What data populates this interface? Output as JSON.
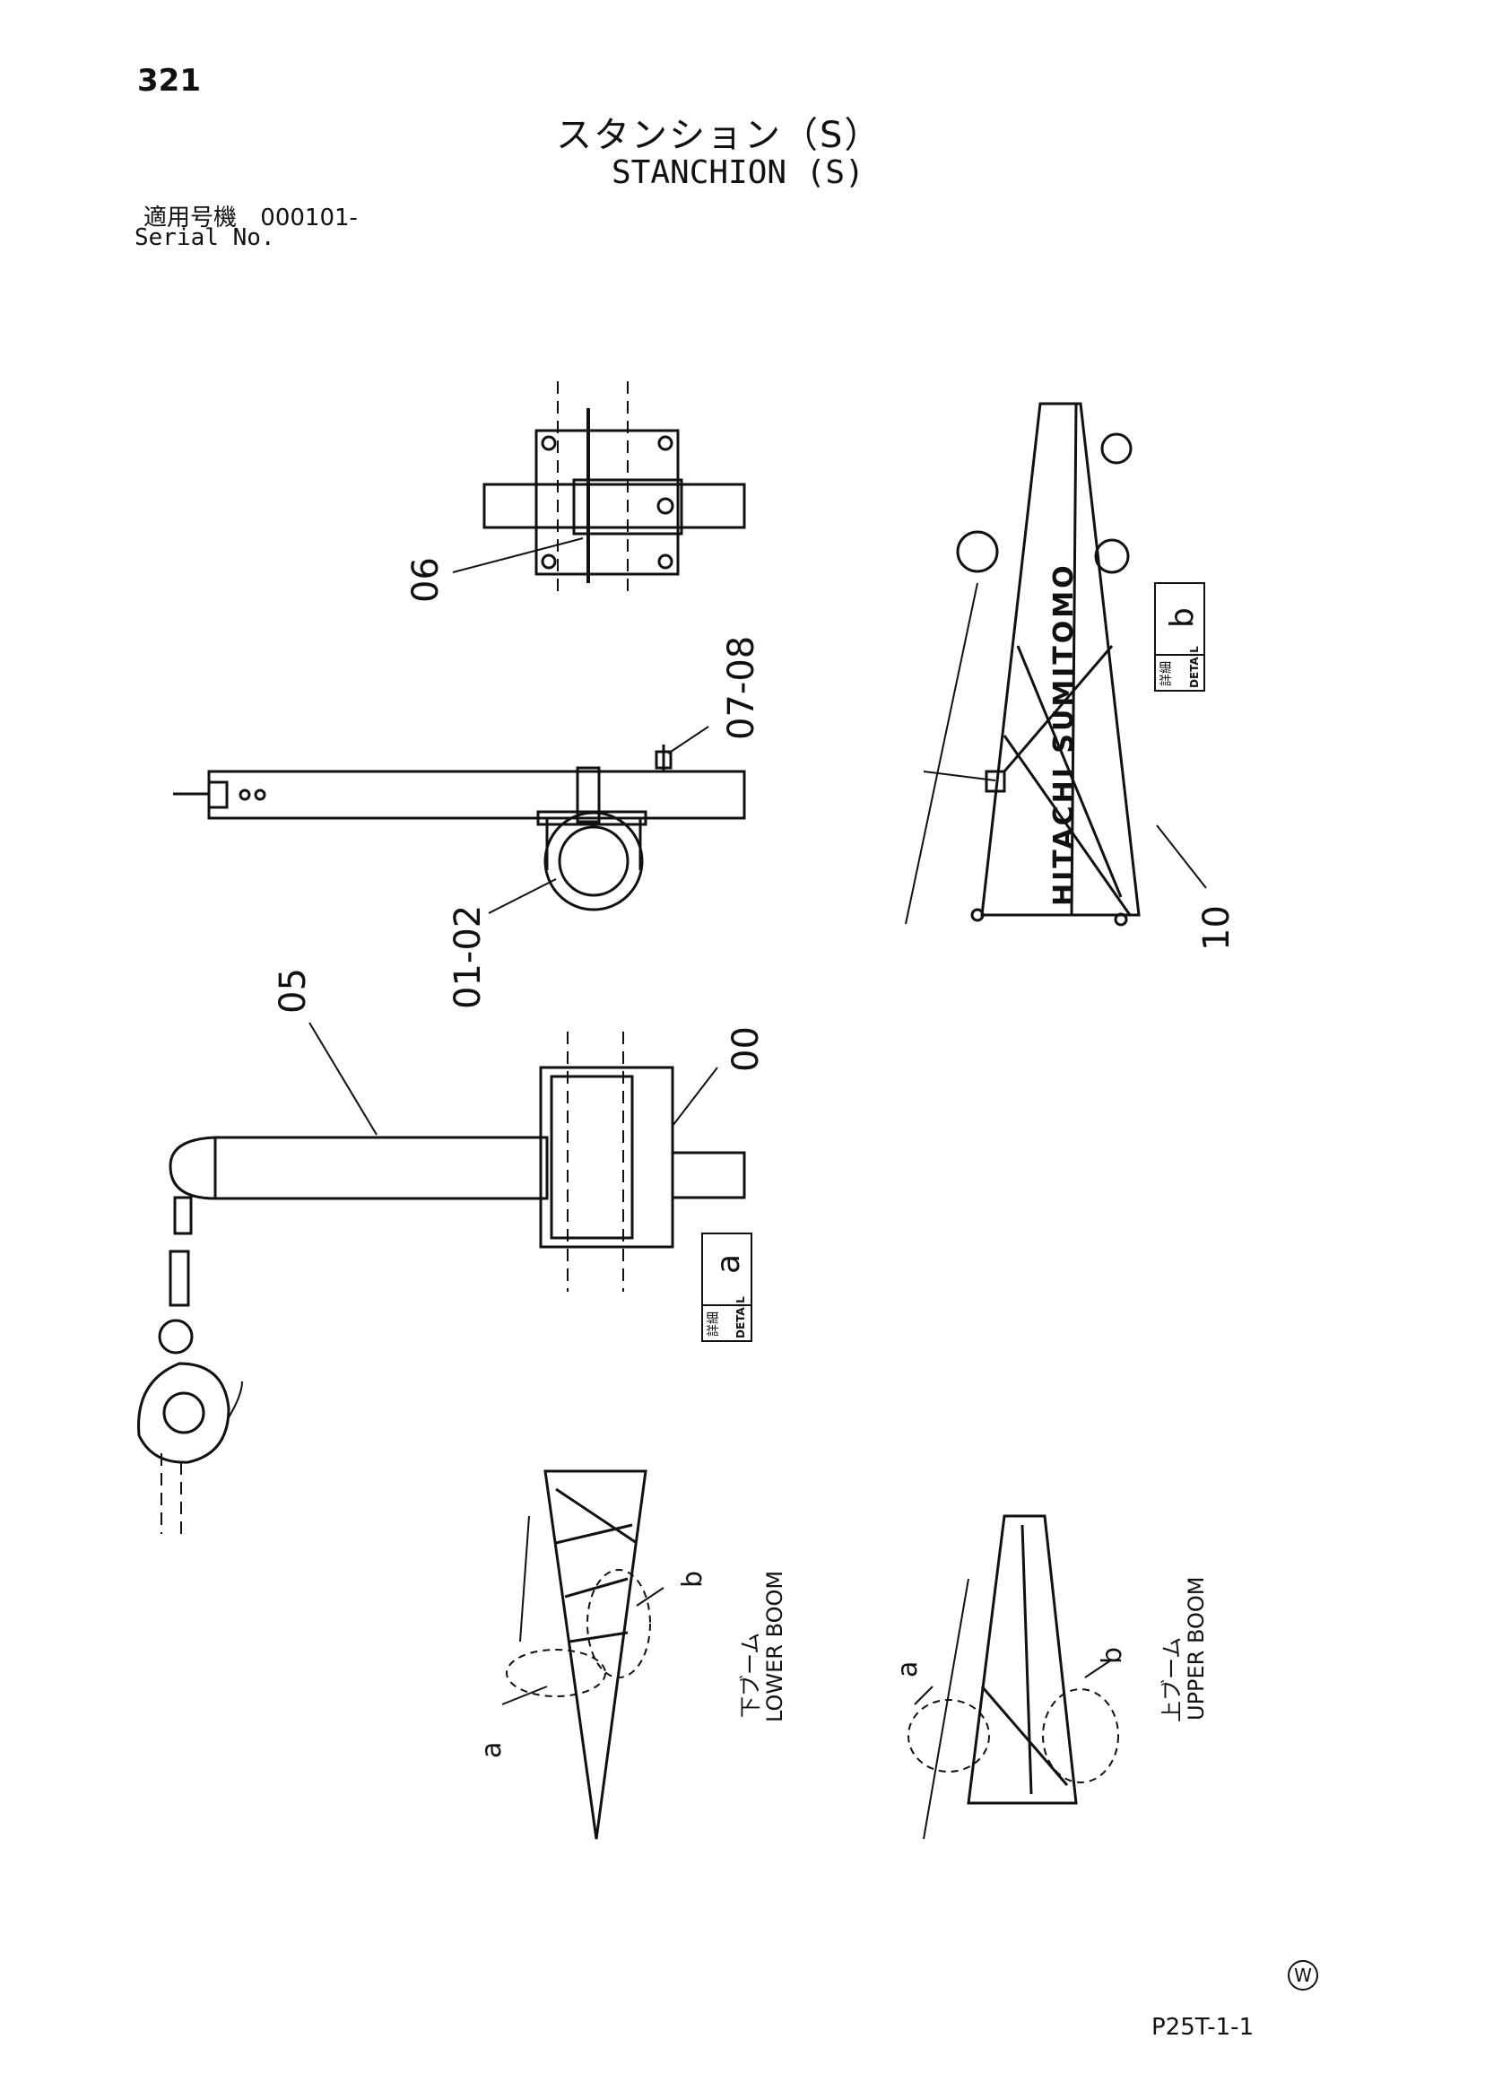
{
  "header": {
    "page_number": "321",
    "title_jp": "スタンション（S）",
    "title_en": "STANCHION (S)",
    "serial_label_jp": "適用号機",
    "serial_value": "000101-",
    "serial_label_en": "Serial No."
  },
  "callouts": {
    "c06": "06",
    "c0708": "07-08",
    "c0102": "01-02",
    "c05": "05",
    "c00": "00",
    "c10": "10"
  },
  "detail_tags": {
    "a_letter": "a",
    "a_jp": "詳細",
    "a_en": "DETAIL",
    "b_letter": "b",
    "b_jp": "詳細",
    "b_en": "DETAIL"
  },
  "boom_brand": "HITACHI SUMITOMO",
  "views": {
    "lower_boom_jp": "下ブーム",
    "lower_boom_en": "LOWER BOOM",
    "upper_boom_jp": "上ブーム",
    "upper_boom_en": "UPPER BOOM",
    "mark_a": "a",
    "mark_b": "b"
  },
  "footer": {
    "mark": "W",
    "code": "P25T-1-1"
  }
}
